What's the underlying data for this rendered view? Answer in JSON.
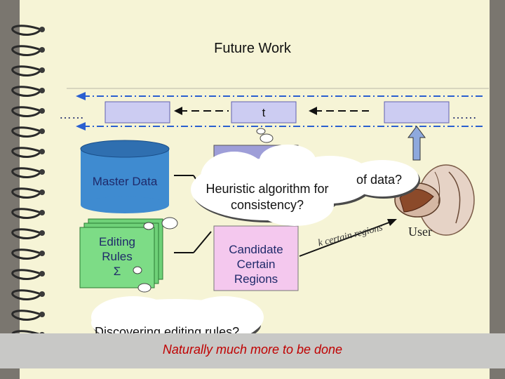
{
  "slide": {
    "title": "Future Work",
    "footer": "Naturally much more to be done"
  },
  "diagram": {
    "top_dots_left": "……",
    "top_dots_right": "……",
    "t_label": "t",
    "master_data": "Master Data",
    "editing_rules": "Editing Rules",
    "sigma": "Σ",
    "candidate": "Candidate Certain Regions",
    "k_certain": "k certain regions",
    "user": "User",
    "bubble_heuristic": "Heuristic algorithm for consistency?",
    "bubble_data_partial": "of data?",
    "bubble_rules": "Discovering editing rules?"
  },
  "colors": {
    "background": "#f6f4d6",
    "dash_blue": "#2a5fd0",
    "box_lilac": "#ccccf2",
    "cylinder_blue": "#3f8bd0",
    "rules_green": "#6fd178",
    "candidate_pink": "#f4c8ee",
    "footer_red": "#c00000"
  }
}
